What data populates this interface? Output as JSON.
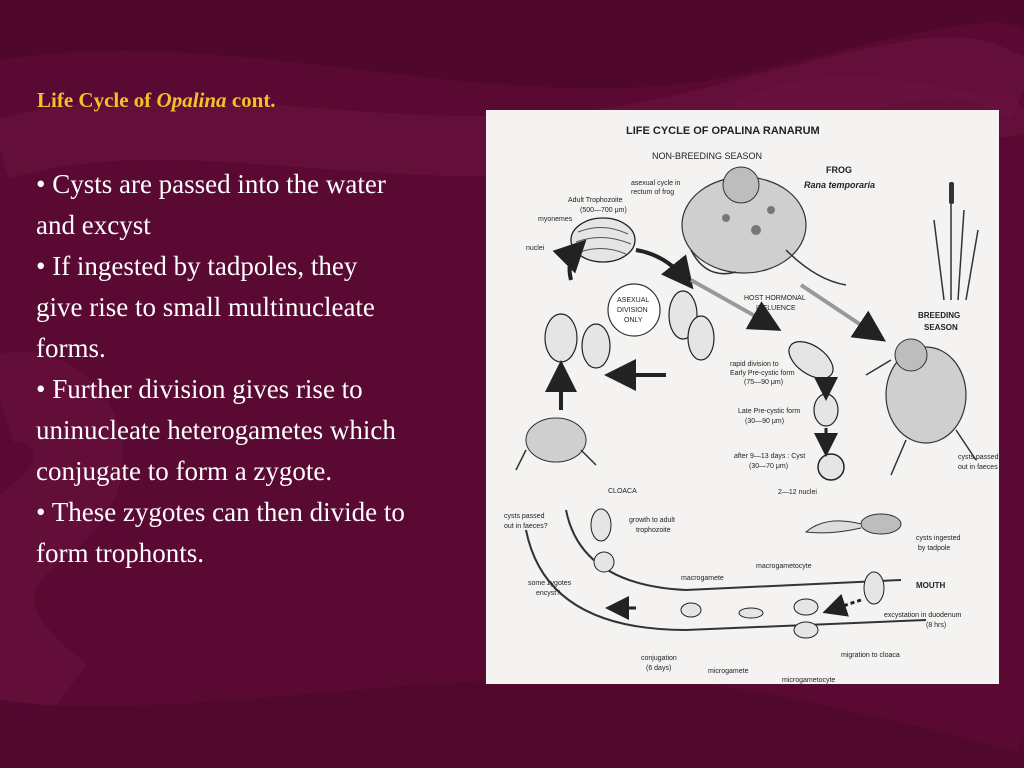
{
  "slide": {
    "title_prefix": "Life Cycle of ",
    "title_italic": "Opalina",
    "title_suffix": " cont.",
    "bullets": [
      "• Cysts are passed into the water and excyst",
      "• If ingested by tadpoles, they give rise to small multinucleate forms.",
      "• Further division gives rise to uninucleate heterogametes which conjugate to form a zygote.",
      "• These zygotes can then divide to form trophonts."
    ]
  },
  "diagram": {
    "title": "LIFE CYCLE OF OPALINA RANARUM",
    "season_nonbreeding": "NON-BREEDING SEASON",
    "frog_label": "FROG",
    "frog_species": "Rana temporaria",
    "adult_trophozoite": "Adult Trophozoite",
    "adult_size": "(500—700 μm)",
    "asexual_cycle": "asexual cycle in",
    "rectum": "rectum of frog",
    "myonemes": "myonemes",
    "nuclei": "nuclei",
    "asexual_1": "ASEXUAL",
    "asexual_2": "DIVISION",
    "asexual_3": "ONLY",
    "host_hormonal": "HOST HORMONAL",
    "influence": "INFLUENCE",
    "breeding_1": "BREEDING",
    "breeding_2": "SEASON",
    "rapid_division": "rapid division to",
    "early_precystic": "Early Pre-cystic form",
    "early_size": "(75—90 μm)",
    "late_precystic": "Late Pre-cystic form",
    "late_size": "(30—90 μm)",
    "cyst_days": "after 9—13 days : Cyst",
    "cyst_size": "(30—70 μm)",
    "nuclei_count": "2—12 nuclei",
    "cysts_passed_r1": "cysts passed",
    "cysts_passed_r2": "out in faeces",
    "cloaca": "CLOACA",
    "cysts_passed_l1": "cysts passed",
    "cysts_passed_l2": "out in faeces?",
    "growth_1": "growth to adult",
    "growth_2": "trophozoite",
    "some_zygotes_1": "some zygotes",
    "some_zygotes_2": "encyst?",
    "macrogamete": "macrogamete",
    "macrogametocyte": "macrogametocyte",
    "cysts_ingested_1": "cysts ingested",
    "cysts_ingested_2": "by tadpole",
    "mouth": "MOUTH",
    "excystation_1": "excystation in duodenum",
    "excystation_2": "(8 hrs)",
    "conjugation_1": "conjugation",
    "conjugation_2": "(6 days)",
    "migration": "migration to cloaca",
    "microgamete": "microgamete",
    "microgametocyte": "microgametocyte"
  },
  "colors": {
    "background": "#5a0a32",
    "title": "#f2c22a",
    "text": "#ffffff",
    "figure_bg": "#f4f3f1"
  }
}
